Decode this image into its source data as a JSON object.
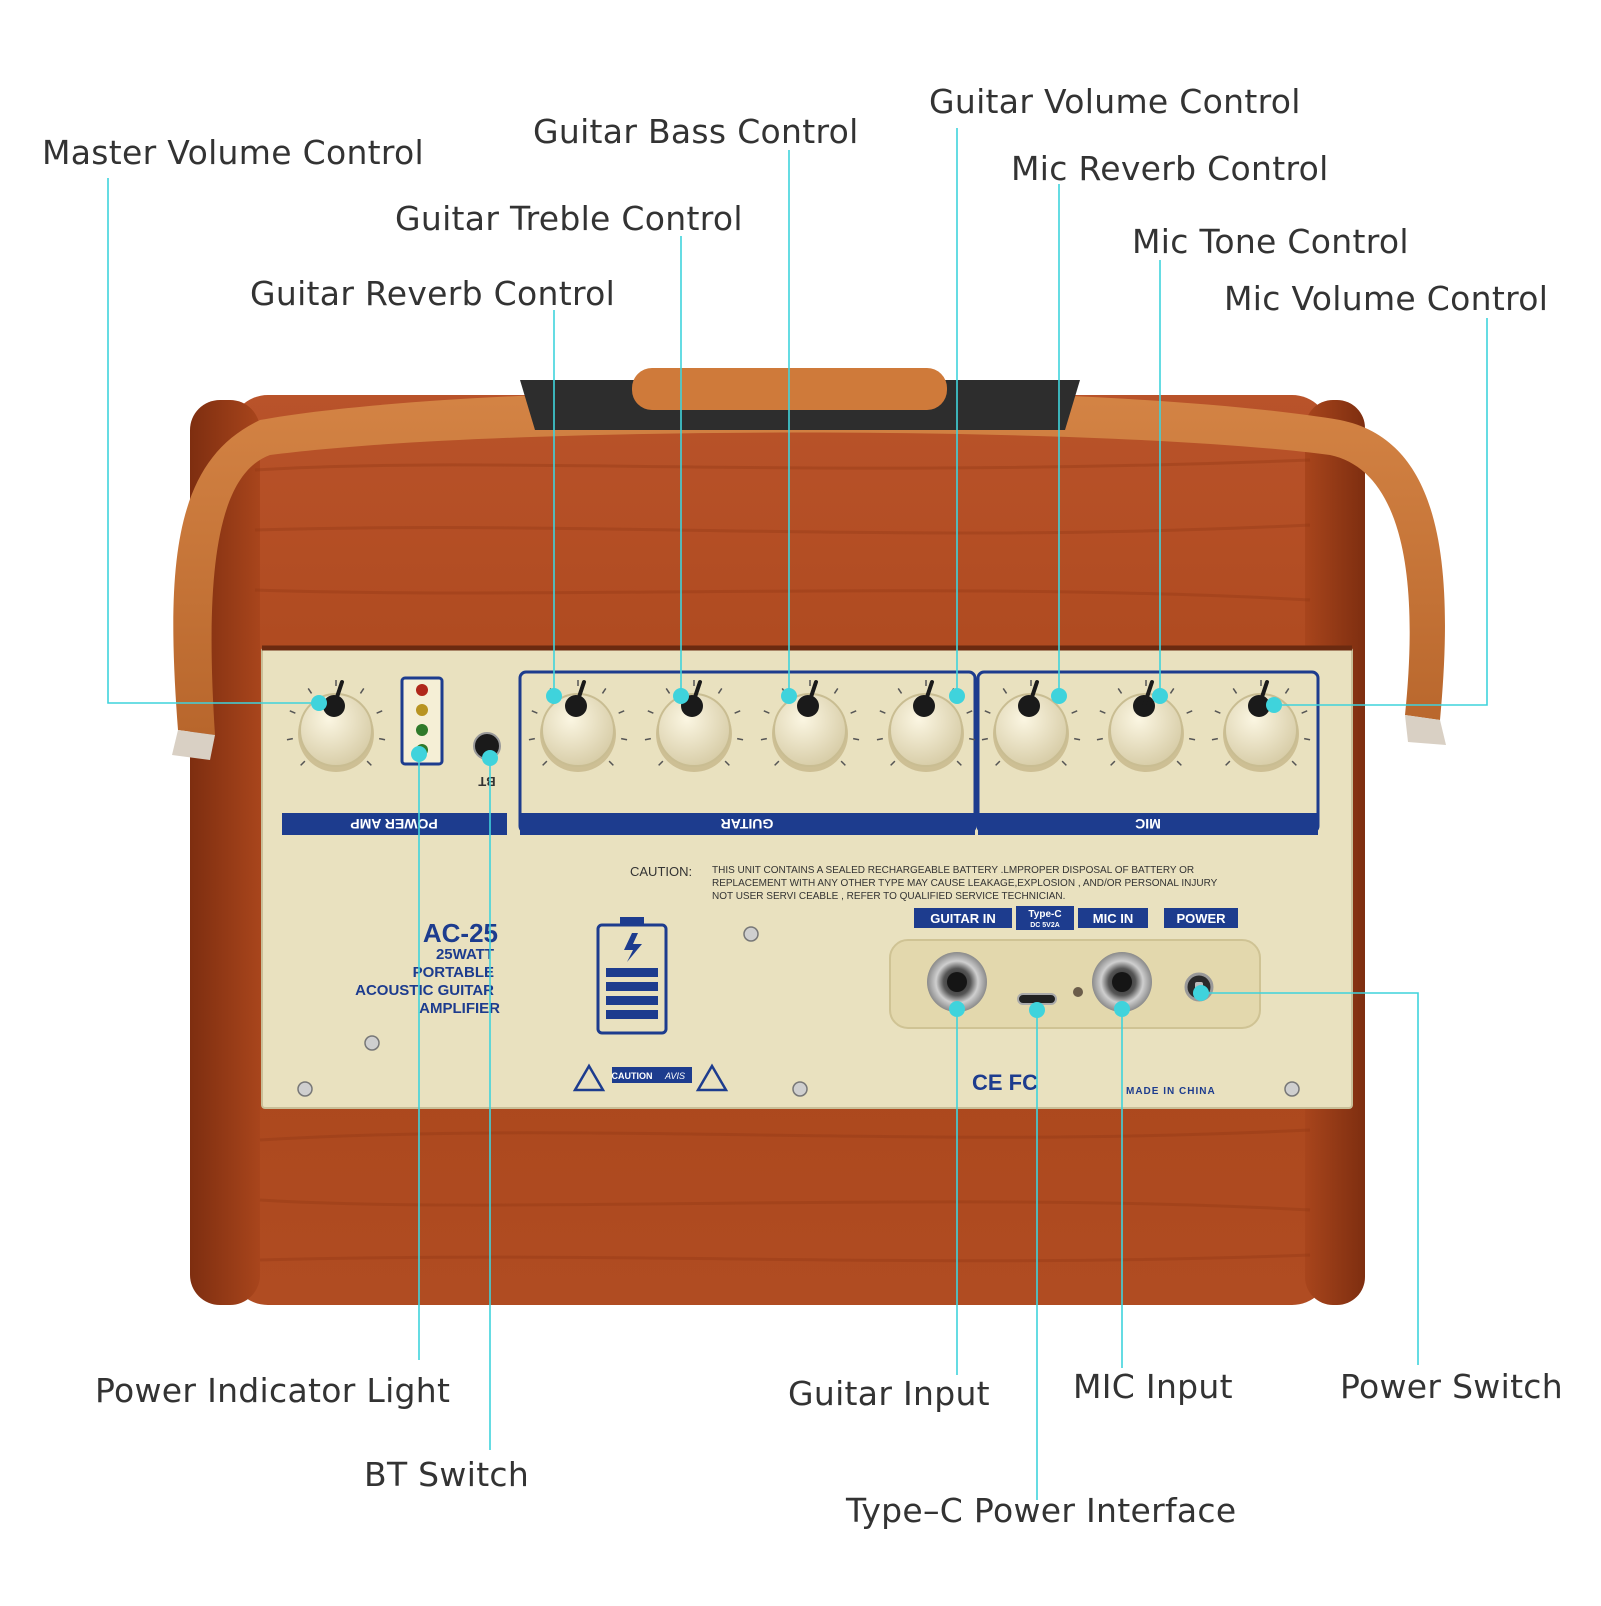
{
  "colors": {
    "leader": "#3fd3dc",
    "wood": "#b04a1f",
    "wood_dark": "#8e3615",
    "strap": "#c87436",
    "panel": "#efe8c8",
    "navy": "#1d3c8e",
    "knob": "#ece3c4",
    "label": "#333333"
  },
  "callouts": {
    "master_volume": "Master Volume Control",
    "guitar_bass": "Guitar Bass Control",
    "guitar_volume": "Guitar Volume Control",
    "mic_reverb": "Mic Reverb Control",
    "guitar_treble": "Guitar Treble Control",
    "mic_tone": "Mic Tone Control",
    "guitar_reverb": "Guitar Reverb Control",
    "mic_volume": "Mic Volume Control",
    "power_indicator": "Power Indicator Light",
    "bt_switch": "BT Switch",
    "guitar_input": "Guitar Input",
    "mic_input": "MIC Input",
    "power_switch": "Power Switch",
    "type_c": "Type–C Power Interface"
  },
  "panel": {
    "section_power_amp": "POWER AMP",
    "section_guitar": "GUITAR",
    "section_mic": "MIC",
    "bt_label": "BT",
    "model": "AC-25",
    "desc_line1": "25WATT",
    "desc_line2": "PORTABLE",
    "desc_line3": "ACOUSTIC GUITAR",
    "desc_line4": "AMPLIFIER",
    "caution_title": "CAUTION:",
    "caution_line1": "THIS UNIT CONTAINS A SEALED RECHARGEABLE BATTERY .LMPROPER DISPOSAL OF BATTERY OR",
    "caution_line2": "REPLACEMENT WITH ANY OTHER TYPE MAY CAUSE LEAKAGE,EXPLOSION , AND/OR PERSONAL INJURY",
    "caution_line3": "NOT USER SERVI CEABLE , REFER TO QUALIFIED SERVICE TECHNICIAN.",
    "jack_guitar_in": "GUITAR IN",
    "jack_typec": "Type-C",
    "jack_typec_sub": "DC 5V2A",
    "jack_mic_in": "MIC IN",
    "jack_power": "POWER",
    "caution_badge": "CAUTION",
    "caution_badge_sub": "AVIS",
    "made_in": "MADE IN CHINA",
    "certs": "CE FC"
  }
}
